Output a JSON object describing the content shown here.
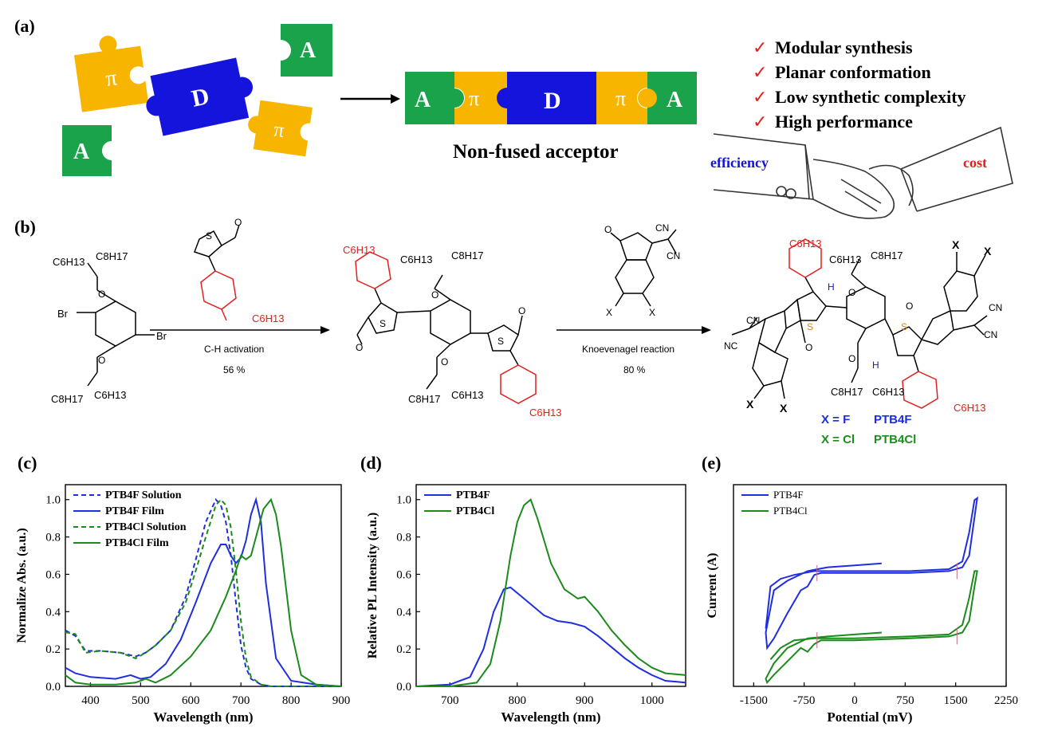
{
  "colors": {
    "yellow": "#f7b500",
    "green": "#1aa34a",
    "blue": "#1414dc",
    "red": "#e41e1e",
    "ptb4f": "#1f2ee0",
    "ptb4cl": "#1c8a1c",
    "x_blue": "#1a2de0",
    "x_green": "#1b8f1b"
  },
  "panel_a": {
    "label": "(a)",
    "piece_pi": "π",
    "piece_d": "D",
    "piece_a": "A",
    "result_caption": "Non-fused acceptor",
    "check_mark": "✓",
    "checks": [
      "Modular synthesis",
      "Planar conformation",
      "Low synthetic complexity",
      "High performance"
    ],
    "efficiency": "efficiency",
    "cost": "cost",
    "icons": [
      "puzzle-piece-icon",
      "handshake-icon",
      "arrow-icon"
    ]
  },
  "panel_b": {
    "label": "(b)",
    "step1_condition": "C-H activation",
    "step1_yield": "56 %",
    "step2_condition": "Knoevenagel reaction",
    "step2_yield": "80 %",
    "c6h13": "C6H13",
    "c8h17": "C8H17",
    "br": "Br",
    "o": "O",
    "s": "S",
    "h": "H",
    "x": "X",
    "cn": "CN",
    "nc": "NC",
    "legend_xf": "X = F",
    "legend_xcl": "X = Cl",
    "name_f": "PTB4F",
    "name_cl": "PTB4Cl"
  },
  "chart_data": [
    {
      "type": "line",
      "panel_label": "(c)",
      "xlabel": "Wavelength (nm)",
      "ylabel": "Normalize Abs. (a.u.)",
      "xlim": [
        350,
        900
      ],
      "ylim": [
        0,
        1.08
      ],
      "xticks": [
        400,
        500,
        600,
        700,
        800,
        900
      ],
      "yticks": [
        0.0,
        0.2,
        0.4,
        0.6,
        0.8,
        1.0
      ],
      "legend_position": "top-left",
      "series": [
        {
          "name": "PTB4F Solution",
          "color": "#1f2ee0",
          "dash": true,
          "x": [
            350,
            370,
            390,
            420,
            460,
            490,
            510,
            530,
            560,
            590,
            610,
            630,
            650,
            660,
            670,
            680,
            690,
            700,
            710,
            720,
            740,
            760,
            800,
            900
          ],
          "y": [
            0.3,
            0.27,
            0.19,
            0.19,
            0.18,
            0.16,
            0.18,
            0.22,
            0.3,
            0.48,
            0.68,
            0.88,
            1.0,
            0.97,
            0.88,
            0.7,
            0.45,
            0.22,
            0.1,
            0.04,
            0.01,
            0.0,
            0.0,
            0.0
          ]
        },
        {
          "name": "PTB4F Film",
          "color": "#1f2ee0",
          "dash": false,
          "x": [
            350,
            370,
            400,
            450,
            480,
            500,
            520,
            550,
            580,
            610,
            640,
            660,
            670,
            680,
            690,
            700,
            710,
            720,
            730,
            740,
            750,
            770,
            800,
            850,
            900
          ],
          "y": [
            0.1,
            0.07,
            0.05,
            0.04,
            0.06,
            0.04,
            0.05,
            0.12,
            0.25,
            0.45,
            0.66,
            0.76,
            0.76,
            0.7,
            0.66,
            0.69,
            0.78,
            0.92,
            1.0,
            0.88,
            0.55,
            0.15,
            0.03,
            0.01,
            0.0
          ]
        },
        {
          "name": "PTB4Cl Solution",
          "color": "#1c8a1c",
          "dash": true,
          "x": [
            350,
            370,
            390,
            420,
            460,
            490,
            510,
            530,
            560,
            590,
            610,
            630,
            650,
            660,
            670,
            680,
            690,
            700,
            710,
            720,
            740,
            760,
            800,
            900
          ],
          "y": [
            0.29,
            0.28,
            0.18,
            0.19,
            0.18,
            0.15,
            0.18,
            0.22,
            0.3,
            0.45,
            0.62,
            0.8,
            0.97,
            1.0,
            0.97,
            0.85,
            0.62,
            0.35,
            0.15,
            0.05,
            0.01,
            0.0,
            0.0,
            0.0
          ]
        },
        {
          "name": "PTB4Cl Film",
          "color": "#1c8a1c",
          "dash": false,
          "x": [
            350,
            370,
            400,
            450,
            490,
            510,
            530,
            560,
            600,
            640,
            670,
            690,
            700,
            710,
            720,
            730,
            745,
            760,
            770,
            780,
            800,
            820,
            850,
            900
          ],
          "y": [
            0.06,
            0.02,
            0.01,
            0.01,
            0.02,
            0.04,
            0.02,
            0.06,
            0.16,
            0.3,
            0.48,
            0.62,
            0.7,
            0.68,
            0.7,
            0.8,
            0.95,
            1.0,
            0.92,
            0.75,
            0.3,
            0.06,
            0.01,
            0.0
          ]
        }
      ]
    },
    {
      "type": "line",
      "panel_label": "(d)",
      "xlabel": "Wavelength (nm)",
      "ylabel": "Relative PL Intensity (a.u.)",
      "xlim": [
        650,
        1050
      ],
      "ylim": [
        0,
        1.08
      ],
      "xticks": [
        700,
        800,
        900,
        1000
      ],
      "yticks": [
        0.0,
        0.2,
        0.4,
        0.6,
        0.8,
        1.0
      ],
      "legend_position": "top-left",
      "series": [
        {
          "name": "PTB4F",
          "color": "#1f2ee0",
          "x": [
            650,
            700,
            730,
            750,
            765,
            780,
            790,
            800,
            820,
            840,
            860,
            880,
            900,
            920,
            940,
            960,
            980,
            1000,
            1020,
            1050
          ],
          "y": [
            0.0,
            0.01,
            0.05,
            0.2,
            0.4,
            0.52,
            0.53,
            0.5,
            0.44,
            0.38,
            0.35,
            0.34,
            0.32,
            0.27,
            0.21,
            0.15,
            0.1,
            0.06,
            0.03,
            0.02
          ]
        },
        {
          "name": "PTB4Cl",
          "color": "#1c8a1c",
          "x": [
            650,
            700,
            740,
            760,
            775,
            790,
            800,
            810,
            820,
            830,
            850,
            870,
            890,
            900,
            920,
            940,
            960,
            980,
            1000,
            1020,
            1050
          ],
          "y": [
            0.0,
            0.0,
            0.02,
            0.12,
            0.35,
            0.7,
            0.88,
            0.97,
            1.0,
            0.9,
            0.66,
            0.52,
            0.47,
            0.48,
            0.4,
            0.3,
            0.22,
            0.15,
            0.1,
            0.07,
            0.06
          ]
        }
      ]
    },
    {
      "type": "line",
      "panel_label": "(e)",
      "xlabel": "Potential (mV)",
      "ylabel": "Current (A)",
      "xlim": [
        -1800,
        2250
      ],
      "xticks": [
        -1500,
        -750,
        0,
        750,
        1500,
        2250
      ],
      "y_ticks_shown": false,
      "legend_position": "top-left",
      "series": [
        {
          "name": "PTB4F",
          "color": "#1f2ee0",
          "x": [
            400,
            0,
            -400,
            -700,
            -1000,
            -1200,
            -1320,
            -1300,
            -1200,
            -1000,
            -800,
            -700,
            -600,
            -500,
            0,
            800,
            1400,
            1600,
            1700,
            1780,
            1820,
            1780,
            1700,
            1600,
            1400,
            800,
            0,
            -600,
            -900,
            -1100,
            -1250,
            -1320
          ],
          "y": [
            0.64,
            0.63,
            0.62,
            0.6,
            0.55,
            0.5,
            0.28,
            0.2,
            0.25,
            0.38,
            0.5,
            0.52,
            0.58,
            0.59,
            0.59,
            0.59,
            0.6,
            0.62,
            0.68,
            0.88,
            0.98,
            0.97,
            0.8,
            0.65,
            0.61,
            0.6,
            0.6,
            0.6,
            0.58,
            0.56,
            0.52,
            0.3
          ]
        },
        {
          "name": "PTB4Cl",
          "color": "#1c8a1c",
          "x": [
            400,
            0,
            -400,
            -700,
            -1000,
            -1200,
            -1320,
            -1300,
            -1200,
            -1000,
            -800,
            -700,
            -600,
            -500,
            0,
            800,
            1400,
            1600,
            1700,
            1780,
            1820,
            1780,
            1700,
            1600,
            1400,
            800,
            0,
            -600,
            -900,
            -1100,
            -1250
          ],
          "y": [
            0.28,
            0.27,
            0.26,
            0.25,
            0.2,
            0.12,
            0.04,
            0.02,
            0.06,
            0.13,
            0.2,
            0.18,
            0.22,
            0.24,
            0.24,
            0.25,
            0.26,
            0.28,
            0.34,
            0.52,
            0.6,
            0.6,
            0.46,
            0.32,
            0.27,
            0.26,
            0.25,
            0.25,
            0.24,
            0.2,
            0.14
          ]
        }
      ]
    }
  ]
}
